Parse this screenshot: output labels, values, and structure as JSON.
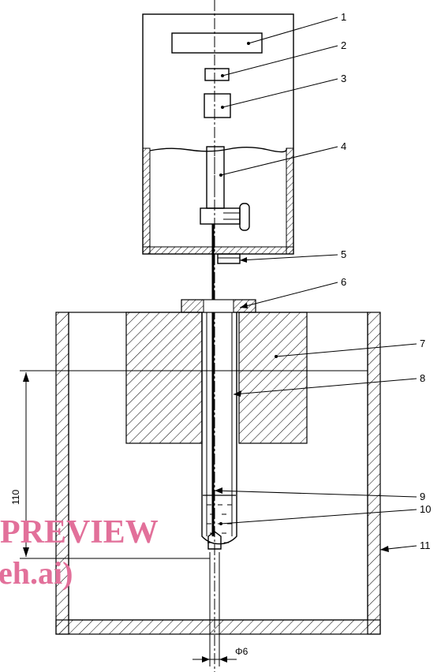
{
  "callouts": [
    "1",
    "2",
    "3",
    "4",
    "5",
    "6",
    "7",
    "8",
    "9",
    "10",
    "11"
  ],
  "dimension_height": "110",
  "dimension_diameter": "Φ6",
  "watermark_line1": "PREVIEW",
  "watermark_line2": "eh.ai)"
}
